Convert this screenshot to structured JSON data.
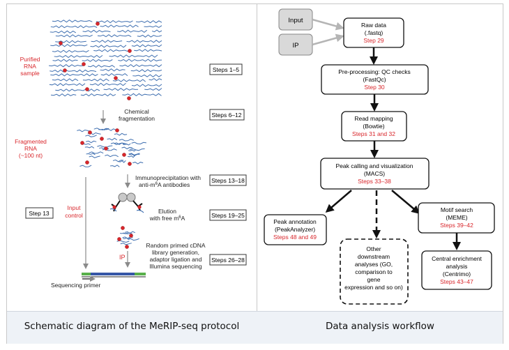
{
  "captions": {
    "left": "Schematic diagram of the MeRIP-seq protocol",
    "right": "Data analysis workflow"
  },
  "colors": {
    "red": "#d8262b",
    "rna": "#3f6fb0",
    "box_gray": "#d9d9d9"
  },
  "protocol": {
    "purified_label": [
      "Purified",
      "RNA",
      "sample"
    ],
    "fragmented_label": [
      "Fragmented",
      "RNA",
      "(~100 nt)"
    ],
    "input_control_label": [
      "Input",
      "control"
    ],
    "ip_label": "IP",
    "chemical_fragmentation": [
      "Chemical",
      "fragmentation"
    ],
    "immunoprecipitation": [
      "Immunoprecipitation with",
      "anti-m",
      "6",
      "A antibodies"
    ],
    "elution": [
      "Elution",
      "with free m",
      "6",
      "A"
    ],
    "library": [
      "Random primed cDNA",
      "library generation,",
      "adaptor ligation and",
      "Illumina sequencing"
    ],
    "sequencing_primer": "Sequencing primer",
    "steps": {
      "s1": "Steps 1–5",
      "s2": "Steps 6–12",
      "s3": "Steps 13–18",
      "s4": "Steps 19–25",
      "s5": "Steps 26–28",
      "s13": "Step 13"
    }
  },
  "workflow": {
    "input": "Input",
    "ip": "IP",
    "raw": {
      "l1": "Raw data",
      "l2": "(.fastq)",
      "step": "Step 29"
    },
    "qc": {
      "l1": "Pre-processing: QC checks",
      "l2": "(FastQc)",
      "step": "Step 30"
    },
    "mapping": {
      "l1": "Read mapping",
      "l2": "(Bowtie)",
      "step": "Steps 31 and 32"
    },
    "peak": {
      "l1": "Peak calling and visualization",
      "l2": "(MACS)",
      "step": "Steps 33–38"
    },
    "annotation": {
      "l1": "Peak annotation",
      "l2": "(PeakAnalyzer)",
      "step": "Steps 48 and 49"
    },
    "motif": {
      "l1": "Motif search",
      "l2": "(MEME)",
      "step": "Steps 39–42"
    },
    "other": [
      "Other",
      "downstream",
      "analyses (GO,",
      "comparison to",
      "gene",
      "expression and so on)"
    ],
    "central": {
      "l1": "Central enrichment",
      "l2": "analysis",
      "l3": "(Centrimo)",
      "step": "Steps 43–47"
    }
  }
}
